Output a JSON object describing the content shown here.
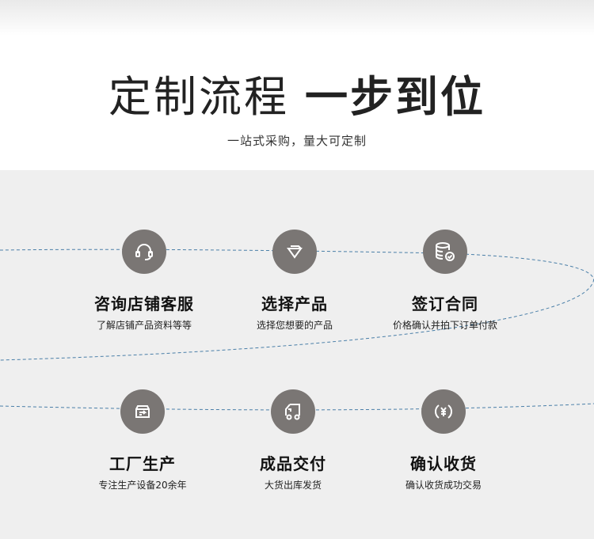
{
  "header": {
    "title_light": "定制流程",
    "title_bold": "一步到位",
    "subtitle": "一站式采购，量大可定制"
  },
  "steps": [
    {
      "title": "咨询店铺客服",
      "desc": "了解店铺产品资料等等",
      "icon": "headset-icon"
    },
    {
      "title": "选择产品",
      "desc": "选择您想要的产品",
      "icon": "diamond-icon"
    },
    {
      "title": "签订合同",
      "desc": "价格确认并拍下订单付款",
      "icon": "database-check-icon"
    },
    {
      "title": "工厂生产",
      "desc": "专注生产设备20余年",
      "icon": "box-arrow-icon"
    },
    {
      "title": "成品交付",
      "desc": "大货出库发货",
      "icon": "truck-icon"
    },
    {
      "title": "确认收货",
      "desc": "确认收货成功交易",
      "icon": "yen-cycle-icon"
    }
  ],
  "colors": {
    "circle": "#7a7674",
    "dash": "#4a7fa8"
  }
}
